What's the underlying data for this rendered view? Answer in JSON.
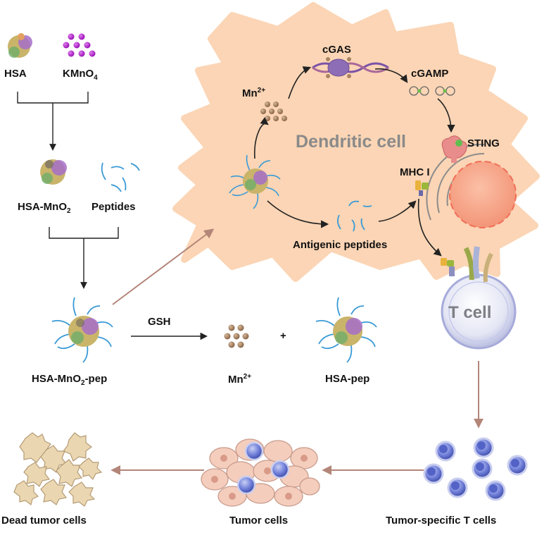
{
  "labels": {
    "hsa": "HSA",
    "kmno4_base": "KMnO",
    "kmno4_sub": "4",
    "hsa_mno2_base": "HSA-MnO",
    "hsa_mno2_sub": "2",
    "peptides": "Peptides",
    "hsa_mno2_pep_base": "HSA-MnO",
    "hsa_mno2_pep_sub": "2",
    "hsa_mno2_pep_tail": "-pep",
    "gsh": "GSH",
    "plus": "+",
    "mn_base": "Mn",
    "mn_sup": "2+",
    "hsa_pep": "HSA-pep",
    "cgas": "cGAS",
    "cgamp": "cGAMP",
    "sting": "STING",
    "mhc": "MHC I",
    "dc_mn_base": "Mn",
    "dc_mn_sup": "2+",
    "dendritic_cell": "Dendritic cell",
    "antigenic_peptides": "Antigenic peptides",
    "t_cell": "T cell",
    "tumor_specific_t_cells": "Tumor-specific T cells",
    "tumor_cells": "Tumor cells",
    "dead_tumor_cells": "Dead tumor cells"
  },
  "colors": {
    "dendritic_cell_fill": "#fbd5b5",
    "nucleus": "#f8a987",
    "mn_particle": "#a98563",
    "kmno4_particle": "#b21fcf",
    "peptide": "#3a9ad6",
    "flow_arrow": "#b38679",
    "black_arrow": "#222222",
    "t_cell_fill": "#e2e4f3",
    "dead_cell": "#ead7b2",
    "tumor_cell": "#f4cdbd"
  }
}
